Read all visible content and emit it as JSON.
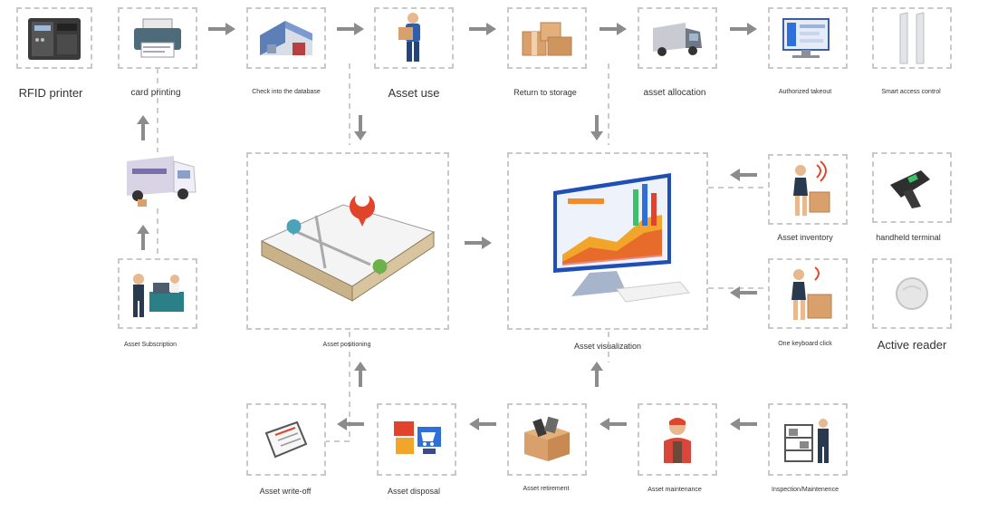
{
  "labels": {
    "rfid_printer": "RFID printer",
    "card_printing": "card printing",
    "check_into_db": "Check into the database",
    "asset_use": "Asset use",
    "return_to_storage": "Return to storage",
    "asset_allocation": "asset allocation",
    "authorized_takeout": "Authorized takeout",
    "smart_access": "Smart access control",
    "asset_subscription": "Asset Subscription",
    "asset_positioning": "Asset positioning",
    "asset_visualization": "Asset visualization",
    "asset_inventory": "Asset inventory",
    "handheld_terminal": "handheld terminal",
    "one_keyboard_click": "One keyboard click",
    "active_reader": "Active reader",
    "asset_write_off": "Asset write-off",
    "asset_disposal": "Asset disposal",
    "asset_retirement": "Asset retirement",
    "asset_maintenance": "Asset maintenance",
    "inspection_maintenance": "Inspection/Maintenence"
  },
  "icons": {
    "rfid_printer": "printer-device-icon",
    "card_printing": "card-printer-icon",
    "check_into_db": "warehouse-icon",
    "asset_use": "worker-carrying-box-icon",
    "return_to_storage": "boxes-icon",
    "asset_allocation": "delivery-truck-icon",
    "authorized_takeout": "monitor-dashboard-icon",
    "smart_access": "access-gate-icon",
    "asset_subscription": "office-desk-icon",
    "delivery_van": "delivery-van-icon",
    "asset_positioning": "floor-plan-map-icon",
    "asset_visualization": "analytics-monitor-icon",
    "asset_inventory": "scanning-person-icon",
    "handheld_terminal": "handheld-scanner-icon",
    "one_keyboard_click": "scanning-person-icon",
    "active_reader": "round-reader-icon",
    "asset_write_off": "clipboard-icon",
    "asset_disposal": "shopping-cart-icon",
    "asset_retirement": "retirement-box-icon",
    "asset_maintenance": "mechanic-icon",
    "inspection_maintenance": "inspector-rack-icon"
  },
  "colors": {
    "arrow": "#8c8c8c",
    "dashed_border": "#c9c9c9",
    "connector": "#cccccc",
    "accent_blue": "#2f6fd8",
    "accent_red": "#e0452b",
    "box_brown": "#d9a06b"
  }
}
